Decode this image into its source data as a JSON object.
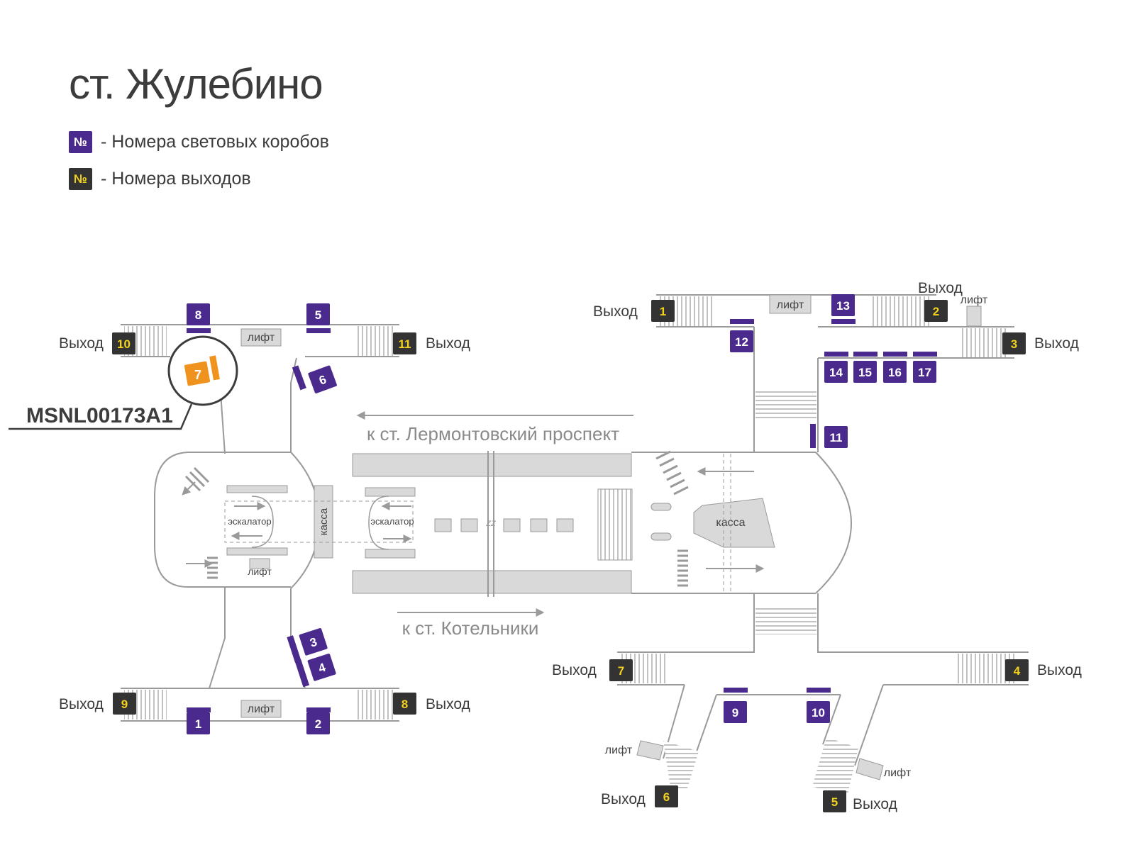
{
  "title": "ст. Жулебино",
  "legend": [
    {
      "symbol": "№",
      "text": "- Номера световых коробов",
      "kind": "lightbox",
      "color": "#4a2a8c"
    },
    {
      "symbol": "№",
      "text": "- Номера выходов",
      "kind": "exit",
      "color": "#333333"
    }
  ],
  "colors": {
    "lightbox": "#4a2a8c",
    "exit_bg": "#333333",
    "exit_text": "#f2d21c",
    "highlight": "#f0931e",
    "walls": "#9a9a9a",
    "fill": "#d9d9d9"
  },
  "labels": {
    "exit": "Выход",
    "lift": "лифт",
    "kassa": "касса",
    "escalator": "эскалатор",
    "to_lermontovsky": "к ст. Лермонтовский проспект",
    "to_kotelniki": "к ст. Котельники",
    "highlight_code": "MSNL00173A1",
    "highlight_number": "7",
    "track_gap": "ZZ"
  },
  "lightboxes": [
    "1",
    "2",
    "3",
    "4",
    "5",
    "6",
    "8",
    "9",
    "10",
    "11",
    "12",
    "13",
    "14",
    "15",
    "16",
    "17"
  ],
  "exits": [
    "1",
    "2",
    "3",
    "4",
    "5",
    "6",
    "7",
    "8",
    "9",
    "10",
    "11"
  ]
}
